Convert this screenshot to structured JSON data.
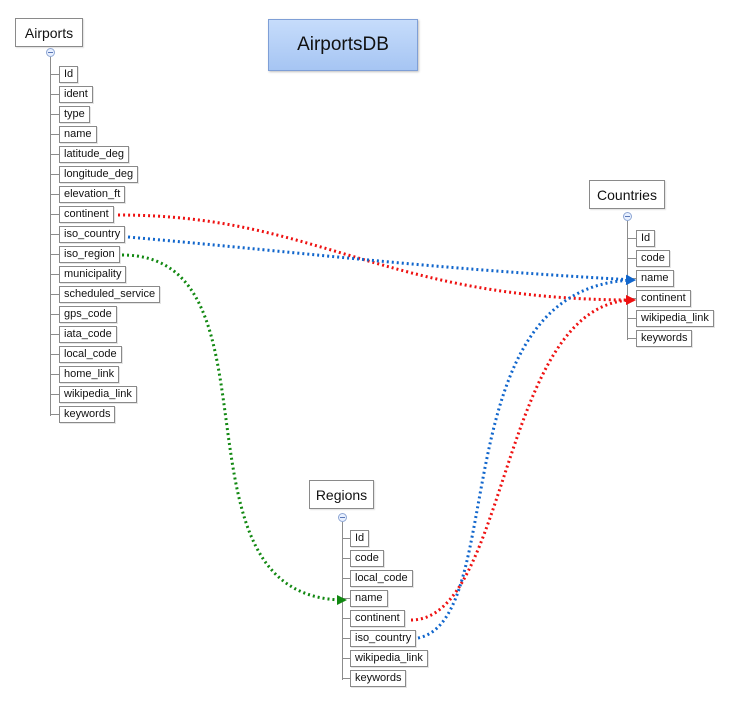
{
  "title": "AirportsDB",
  "colors": {
    "continent_link": "#ee1111",
    "country_link": "#1166cc",
    "region_link": "#118811",
    "title_fill": "#b4cff7"
  },
  "entities": {
    "airports": {
      "name": "Airports",
      "fields": [
        "Id",
        "ident",
        "type",
        "name",
        "latitude_deg",
        "longitude_deg",
        "elevation_ft",
        "continent",
        "iso_country",
        "iso_region",
        "municipality",
        "scheduled_service",
        "gps_code",
        "iata_code",
        "local_code",
        "home_link",
        "wikipedia_link",
        "keywords"
      ]
    },
    "countries": {
      "name": "Countries",
      "fields": [
        "Id",
        "code",
        "name",
        "continent",
        "wikipedia_link",
        "keywords"
      ]
    },
    "regions": {
      "name": "Regions",
      "fields": [
        "Id",
        "code",
        "local_code",
        "name",
        "continent",
        "iso_country",
        "wikipedia_link",
        "keywords"
      ]
    }
  },
  "links": [
    {
      "from": "airports.continent",
      "to": "countries.continent",
      "color": "#ee1111"
    },
    {
      "from": "airports.iso_country",
      "to": "countries.name",
      "color": "#1166cc"
    },
    {
      "from": "airports.iso_region",
      "to": "regions.name",
      "color": "#118811"
    },
    {
      "from": "regions.continent",
      "to": "countries.continent",
      "color": "#ee1111"
    },
    {
      "from": "regions.iso_country",
      "to": "countries.name",
      "color": "#1166cc"
    }
  ]
}
